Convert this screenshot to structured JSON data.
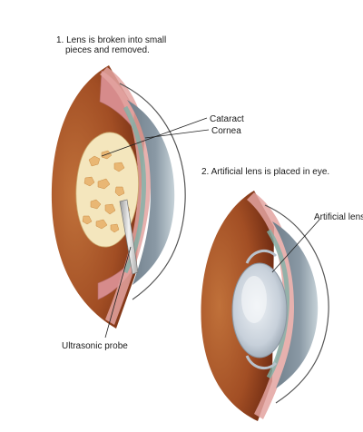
{
  "steps": {
    "step1_line1": "1. Lens is broken into small",
    "step1_line2": "pieces and removed.",
    "step2": "2.  Artificial lens is placed in eye."
  },
  "labels": {
    "cataract": "Cataract",
    "cornea": "Cornea",
    "artificial_lens": "Artificial lens",
    "ultrasonic_probe": "Ultrasonic probe"
  },
  "colors": {
    "sclera_dark": "#8a3a1c",
    "sclera_mid": "#b5622e",
    "iris_pink": "#d98a8a",
    "cornea_blue": "#9ab5bf",
    "anterior_chamber": "#7f8d99",
    "cataract_cream": "#f3e4b8",
    "artificial_lens": "#cdd5de",
    "probe": "#d8d8d8"
  }
}
